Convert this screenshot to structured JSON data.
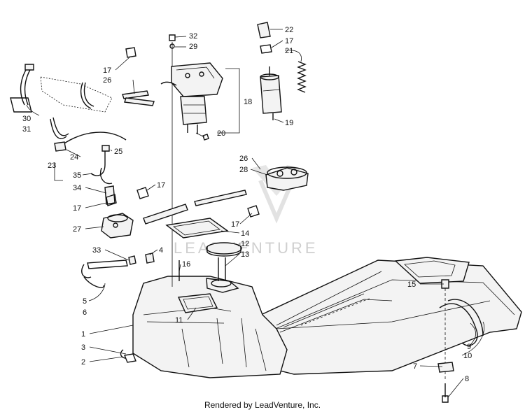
{
  "diagram": {
    "callouts": [
      {
        "id": "c-32a",
        "text": "32"
      },
      {
        "id": "c-29",
        "text": "29"
      },
      {
        "id": "c-22",
        "text": "22"
      },
      {
        "id": "c-17a",
        "text": "17"
      },
      {
        "id": "c-21",
        "text": "21"
      },
      {
        "id": "c-17b",
        "text": "17"
      },
      {
        "id": "c-26a",
        "text": "26"
      },
      {
        "id": "c-18",
        "text": "18"
      },
      {
        "id": "c-19",
        "text": "19"
      },
      {
        "id": "c-30",
        "text": "30"
      },
      {
        "id": "c-31",
        "text": "31"
      },
      {
        "id": "c-20",
        "text": "20"
      },
      {
        "id": "c-24",
        "text": "24"
      },
      {
        "id": "c-25",
        "text": "25"
      },
      {
        "id": "c-23",
        "text": "23"
      },
      {
        "id": "c-35",
        "text": "35"
      },
      {
        "id": "c-26b",
        "text": "26"
      },
      {
        "id": "c-28",
        "text": "28"
      },
      {
        "id": "c-34",
        "text": "34"
      },
      {
        "id": "c-17c",
        "text": "17"
      },
      {
        "id": "c-17d",
        "text": "17"
      },
      {
        "id": "c-17e",
        "text": "17"
      },
      {
        "id": "c-27",
        "text": "27"
      },
      {
        "id": "c-14",
        "text": "14"
      },
      {
        "id": "c-12",
        "text": "12"
      },
      {
        "id": "c-13",
        "text": "13"
      },
      {
        "id": "c-33",
        "text": "33"
      },
      {
        "id": "c-4",
        "text": "4"
      },
      {
        "id": "c-16",
        "text": "16"
      },
      {
        "id": "c-15",
        "text": "15"
      },
      {
        "id": "c-5",
        "text": "5"
      },
      {
        "id": "c-6",
        "text": "6"
      },
      {
        "id": "c-11",
        "text": "11"
      },
      {
        "id": "c-1",
        "text": "1"
      },
      {
        "id": "c-3",
        "text": "3"
      },
      {
        "id": "c-2",
        "text": "2"
      },
      {
        "id": "c-9",
        "text": "9"
      },
      {
        "id": "c-10",
        "text": "10"
      },
      {
        "id": "c-7",
        "text": "7"
      },
      {
        "id": "c-8",
        "text": "8"
      }
    ],
    "watermark": "LEADVENTURE",
    "footer": "Rendered by LeadVenture, Inc."
  }
}
